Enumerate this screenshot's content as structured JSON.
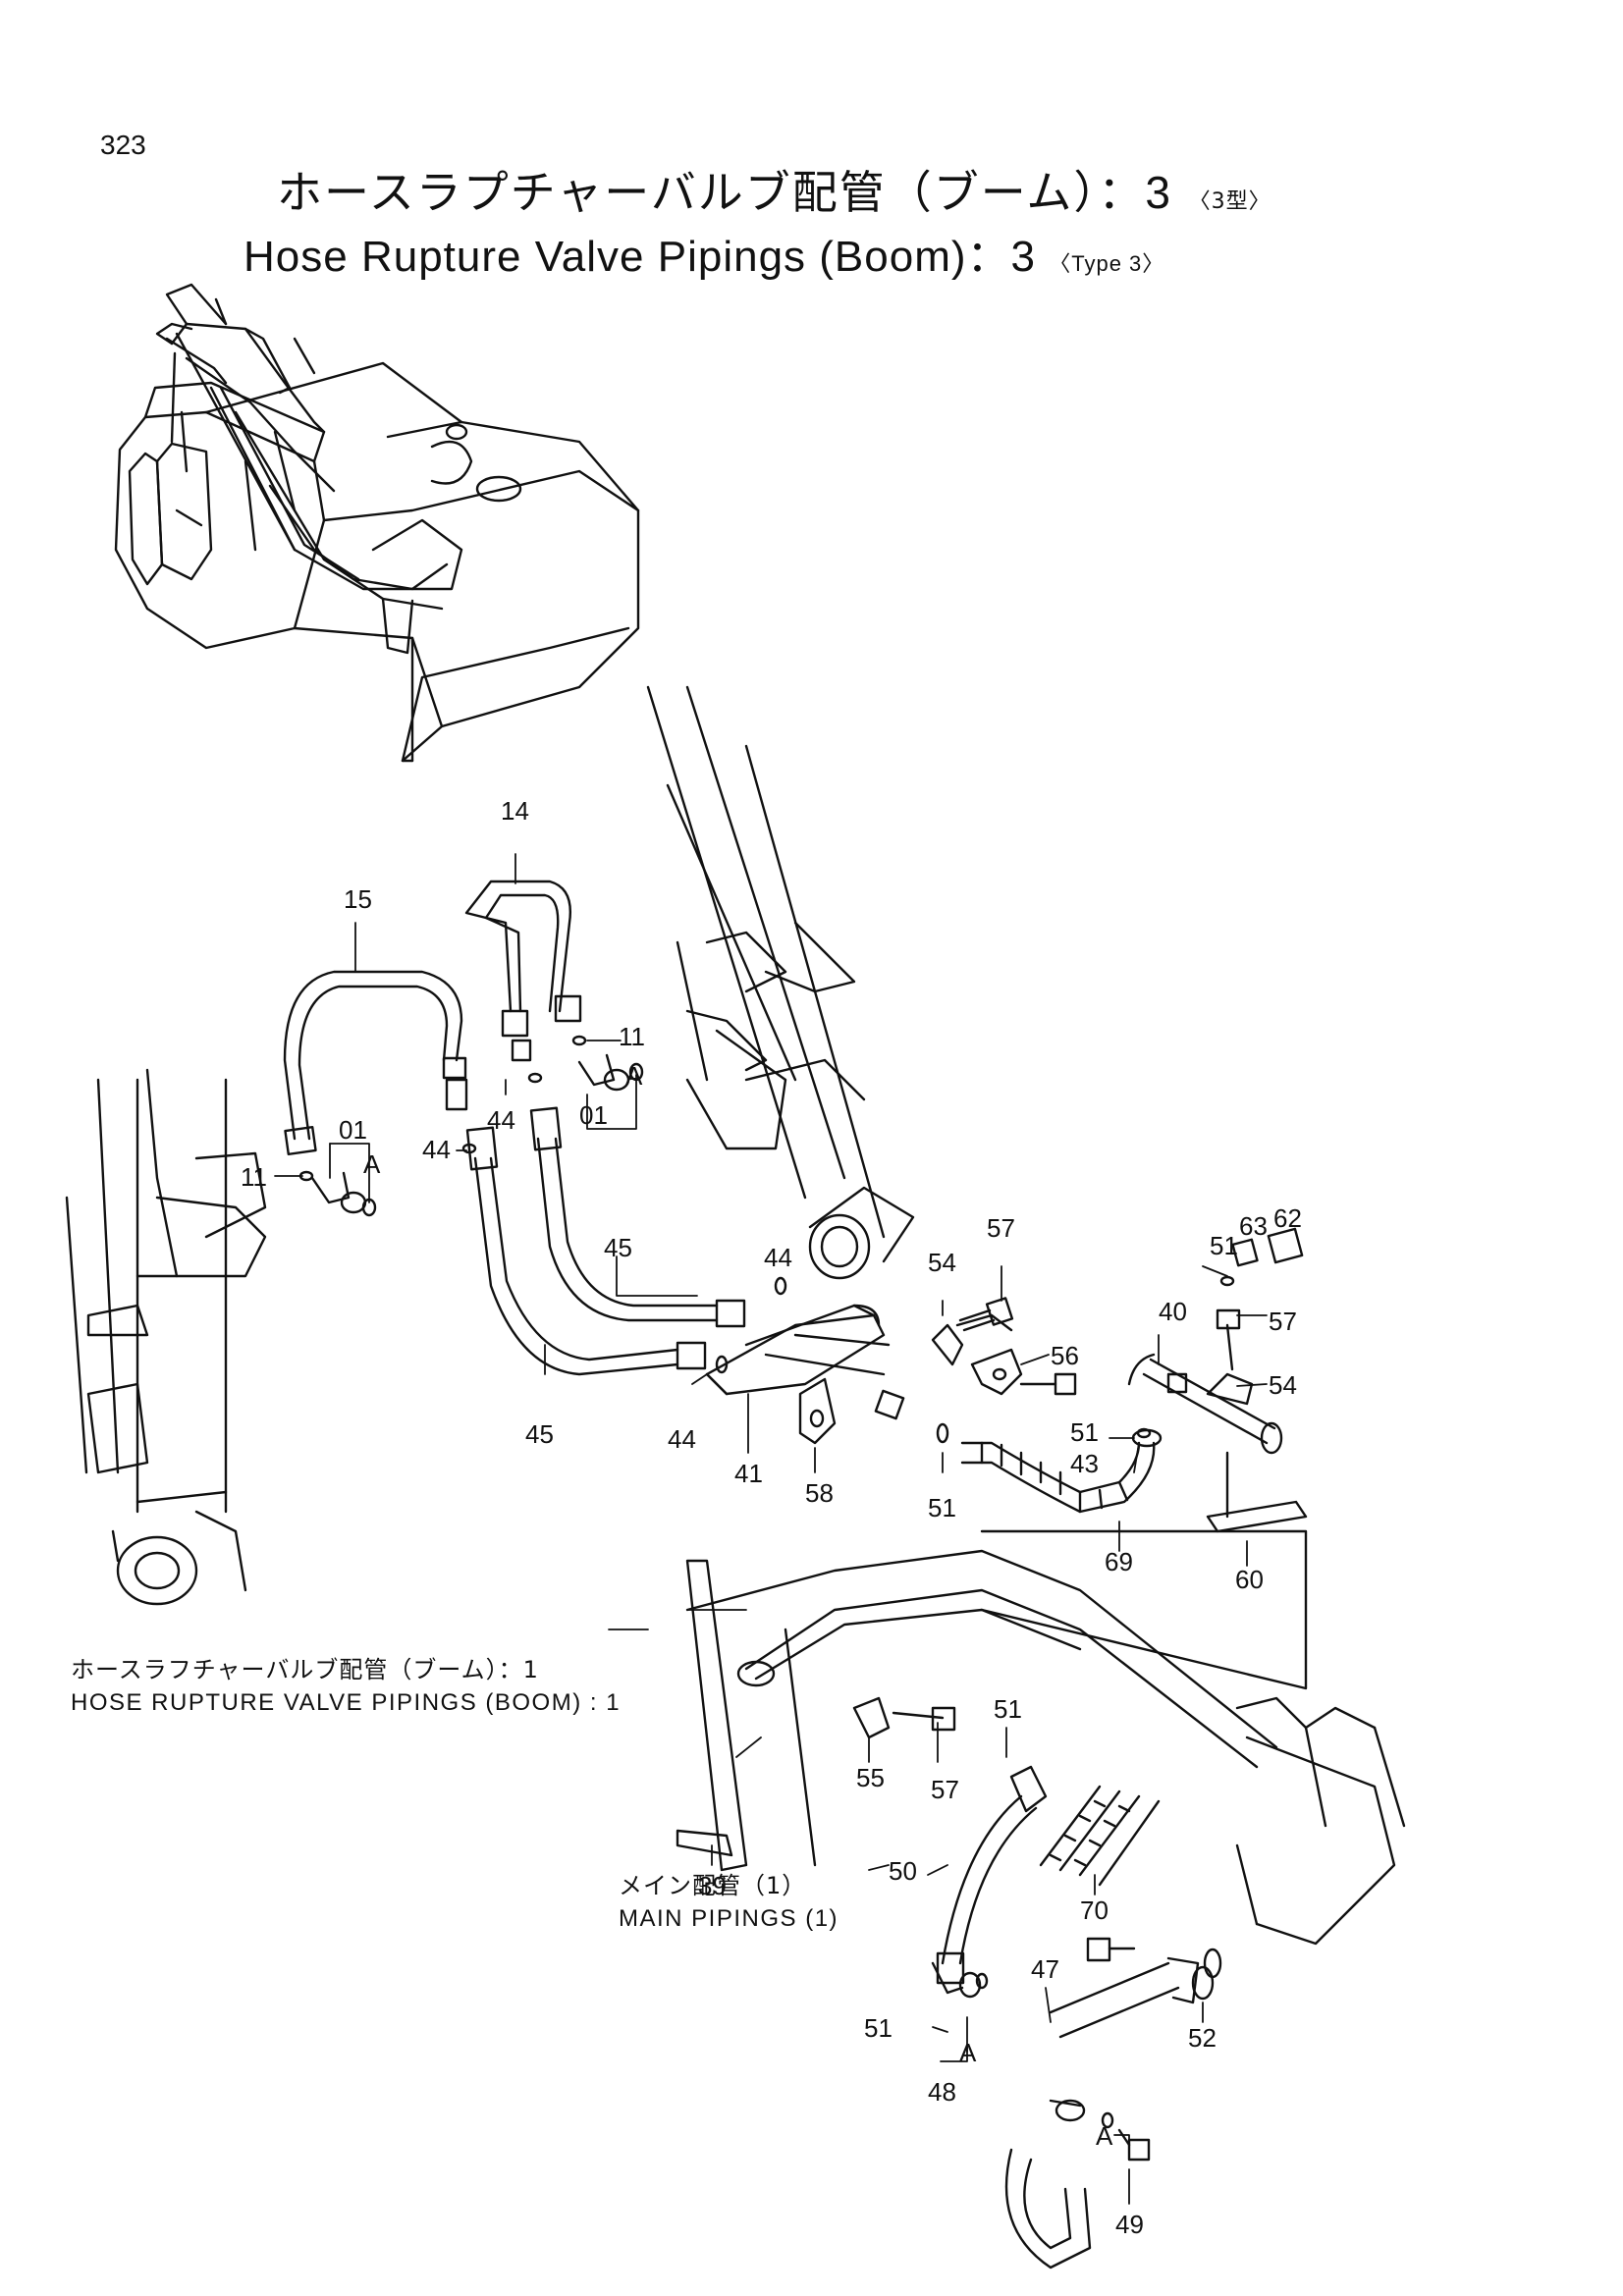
{
  "page_number": "323",
  "title": {
    "ja": "ホースラプチャーバルブ配管（ブーム）",
    "ja_num": "：3",
    "ja_type": "〈3型〉",
    "en": "Hose Rupture Valve Pipings (Boom)",
    "en_num": "：3",
    "en_type": "〈Type  3〉"
  },
  "references": {
    "boom1_ja": "ホースラフチャーバルブ配管（ブーム）：1",
    "boom1_en": "HOSE RUPTURE VALVE PIPINGS (BOOM) : 1",
    "main_ja": "メイン配管（1）",
    "main_en": "MAIN PIPINGS (1)"
  },
  "callouts": [
    {
      "label": "14"
    },
    {
      "label": "15"
    },
    {
      "label": "11"
    },
    {
      "label": "A"
    },
    {
      "label": "44"
    },
    {
      "label": "44"
    },
    {
      "label": "01"
    },
    {
      "label": "01"
    },
    {
      "label": "A"
    },
    {
      "label": "11"
    },
    {
      "label": "45"
    },
    {
      "label": "45"
    },
    {
      "label": "44"
    },
    {
      "label": "44"
    },
    {
      "label": "41"
    },
    {
      "label": "58"
    },
    {
      "label": "54"
    },
    {
      "label": "57"
    },
    {
      "label": "56"
    },
    {
      "label": "51"
    },
    {
      "label": "51"
    },
    {
      "label": "43"
    },
    {
      "label": "69"
    },
    {
      "label": "51"
    },
    {
      "label": "63"
    },
    {
      "label": "62"
    },
    {
      "label": "40"
    },
    {
      "label": "57"
    },
    {
      "label": "54"
    },
    {
      "label": "60"
    },
    {
      "label": "39"
    },
    {
      "label": "55"
    },
    {
      "label": "57"
    },
    {
      "label": "51"
    },
    {
      "label": "50"
    },
    {
      "label": "70"
    },
    {
      "label": "47"
    },
    {
      "label": "51"
    },
    {
      "label": "52"
    },
    {
      "label": "A"
    },
    {
      "label": "48"
    },
    {
      "label": "A"
    },
    {
      "label": "49"
    }
  ]
}
